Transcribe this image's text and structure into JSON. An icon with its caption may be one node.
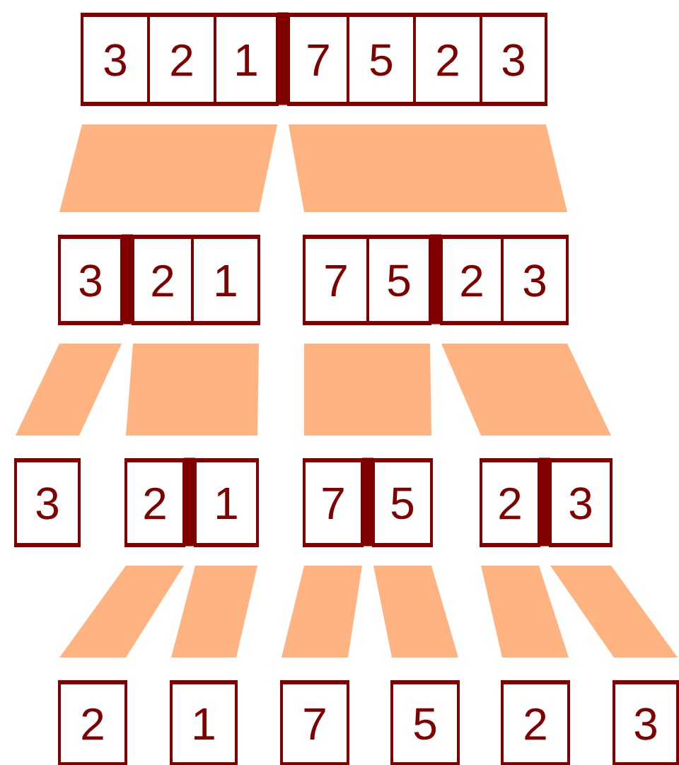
{
  "diagram": {
    "nodes": [
      {
        "text": [],
        "shape": "box"
      },
      {
        "text": [
          "3"
        ],
        "in": 0
      },
      {
        "text": [
          "2"
        ],
        "in": 0
      },
      {
        "text": [
          "1"
        ],
        "in": 0
      },
      {
        "text": [
          "7"
        ],
        "in": 0
      },
      {
        "text": [
          "5"
        ],
        "in": 0
      },
      {
        "text": [
          "2"
        ],
        "in": 0
      },
      {
        "text": [
          "3"
        ],
        "in": 0
      },
      {
        "text": [],
        "shape": "box"
      },
      {
        "text": [
          "3"
        ],
        "in": 8
      },
      {
        "text": [
          "2"
        ],
        "in": 8
      },
      {
        "text": [
          "1"
        ],
        "in": 8
      },
      {
        "text": [],
        "shape": "box"
      },
      {
        "text": [
          "7"
        ],
        "in": 12
      },
      {
        "text": [
          "5"
        ],
        "in": 12
      },
      {
        "text": [
          "2"
        ],
        "in": 12
      },
      {
        "text": [
          "3"
        ],
        "in": 12
      },
      {
        "text": [],
        "shape": "box"
      },
      {
        "text": [
          "3"
        ],
        "in": 17
      },
      {
        "text": [],
        "shape": "box"
      },
      {
        "text": [
          "2"
        ],
        "in": 19
      },
      {
        "text": [
          "1"
        ],
        "in": 19
      },
      {
        "text": [],
        "shape": "box"
      },
      {
        "text": [
          "7"
        ],
        "in": 22
      },
      {
        "text": [
          "5"
        ],
        "in": 22
      },
      {
        "text": [],
        "shape": "box"
      },
      {
        "text": [
          "2"
        ],
        "in": 25
      },
      {
        "text": [
          "3"
        ],
        "in": 25
      },
      {
        "text": [],
        "shape": "box"
      },
      {
        "text": [
          "2"
        ],
        "in": 28
      },
      {
        "text": [],
        "shape": "box"
      },
      {
        "text": [
          "1"
        ],
        "in": 30
      },
      {
        "text": [],
        "shape": "box"
      },
      {
        "text": [
          "7"
        ],
        "in": 32
      },
      {
        "text": [],
        "shape": "box"
      },
      {
        "text": [
          "5"
        ],
        "in": 34
      },
      {
        "text": [],
        "shape": "box"
      },
      {
        "text": [
          "2"
        ],
        "in": 36
      },
      {
        "text": [],
        "shape": "box"
      },
      {
        "text": [
          "3"
        ],
        "in": 38
      }
    ],
    "edges": [
      {
        "from": 0,
        "to": 8,
        "arrow": "none"
      },
      {
        "from": 0,
        "to": 12,
        "arrow": "none"
      },
      {
        "from": 8,
        "to": 17,
        "arrow": "none"
      },
      {
        "from": 8,
        "to": 19,
        "arrow": "none"
      },
      {
        "from": 12,
        "to": 22,
        "arrow": "none"
      },
      {
        "from": 12,
        "to": 25,
        "arrow": "none"
      },
      {
        "from": 19,
        "to": 28,
        "arrow": "none"
      },
      {
        "from": 19,
        "to": 30,
        "arrow": "none"
      },
      {
        "from": 22,
        "to": 32,
        "arrow": "none"
      },
      {
        "from": 22,
        "to": 34,
        "arrow": "none"
      },
      {
        "from": 25,
        "to": 36,
        "arrow": "none"
      },
      {
        "from": 25,
        "to": 38,
        "arrow": "none"
      }
    ]
  }
}
